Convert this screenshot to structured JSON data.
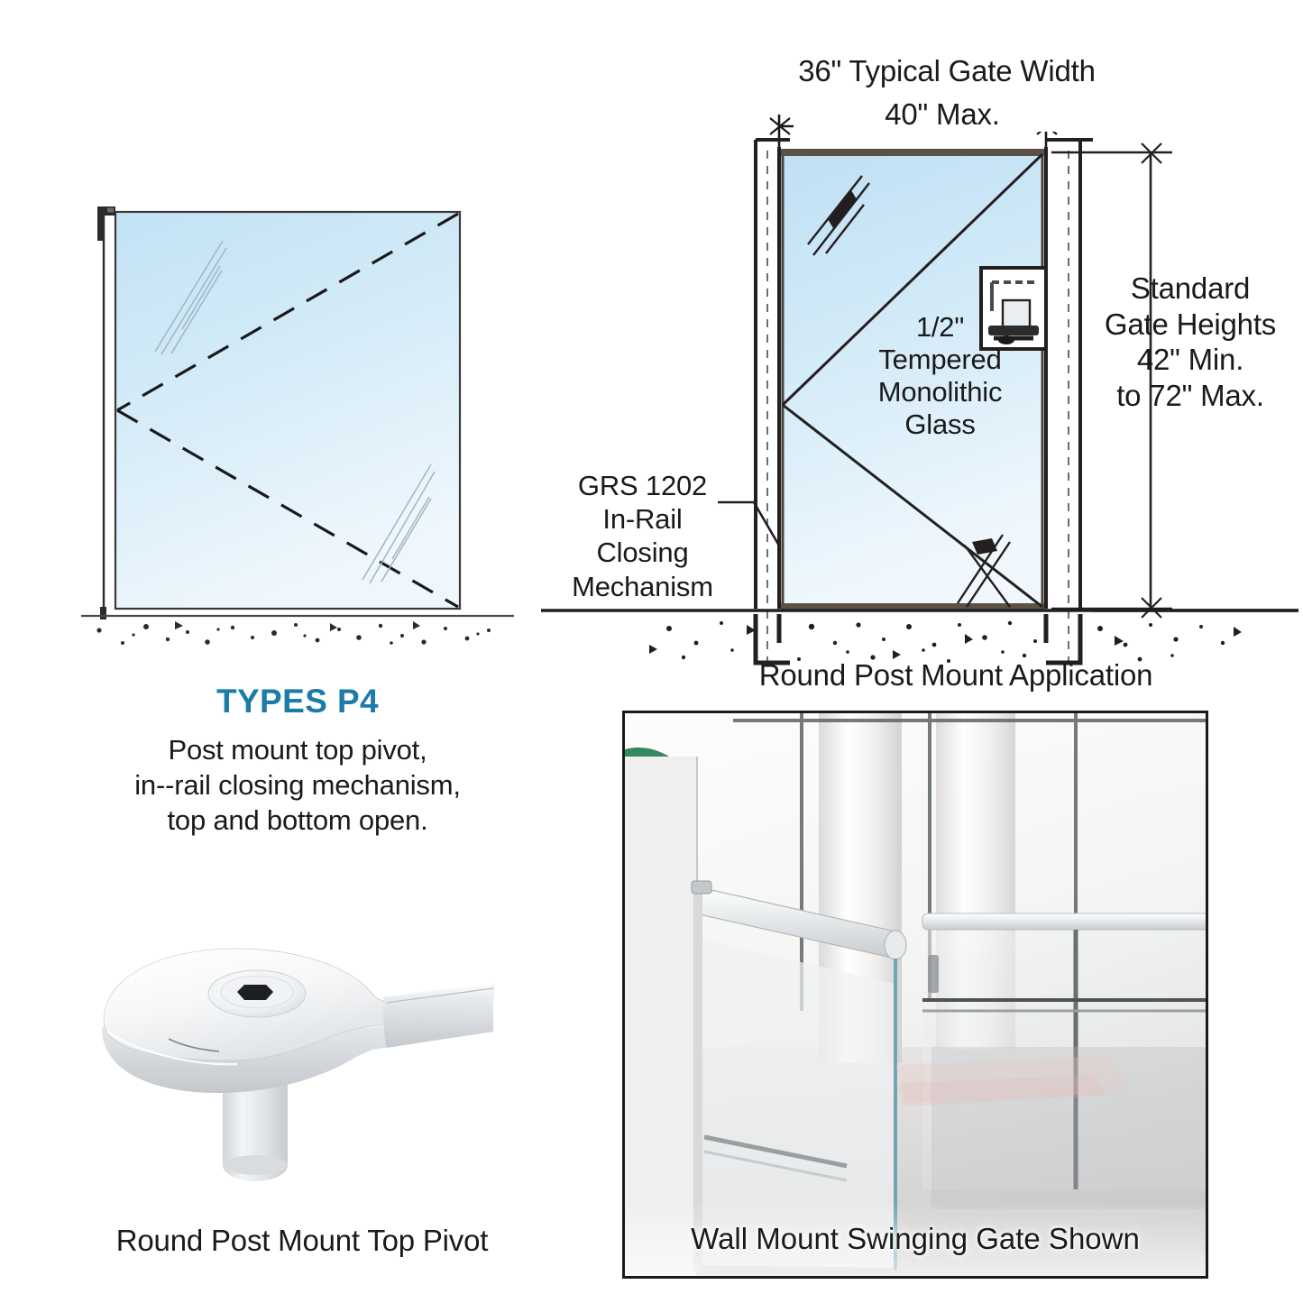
{
  "left_elevation": {
    "title": "TYPES P4",
    "title_color": "#1B7CA8",
    "description": "Post mount top pivot,\nin--rail closing mechanism,\ntop and bottom open.",
    "icon_names": [
      "glass-panel",
      "top-pivot-bracket",
      "swing-arc-dashed",
      "ground-line"
    ]
  },
  "pivot_product": {
    "caption": "Round Post Mount Top Pivot",
    "icon_name": "round-post-mount-top-pivot"
  },
  "plan_diagram": {
    "dim_width_top": "36\" Typical Gate Width",
    "dim_width_mid": "40\" Max.",
    "dim_height": "Standard\nGate Heights\n42\" Min.\nto 72\" Max.",
    "glass_spec": "1/2\"\nTempered\nMonolithic\nGlass",
    "grs_label": "GRS 1202\nIn-Rail\nClosing\nMechanism",
    "caption": "Round Post Mount Application",
    "icon_names": [
      "round-post-left",
      "round-post-right",
      "in-rail-closing-mechanism",
      "concrete-aggregate"
    ]
  },
  "product_photo": {
    "caption": "Wall Mount Swinging Gate Shown"
  },
  "colors": {
    "accent": "#1B7CA8",
    "line": "#231f20",
    "glass_top": "#C5E3F5",
    "glass_bottom": "#EDF6FC"
  }
}
